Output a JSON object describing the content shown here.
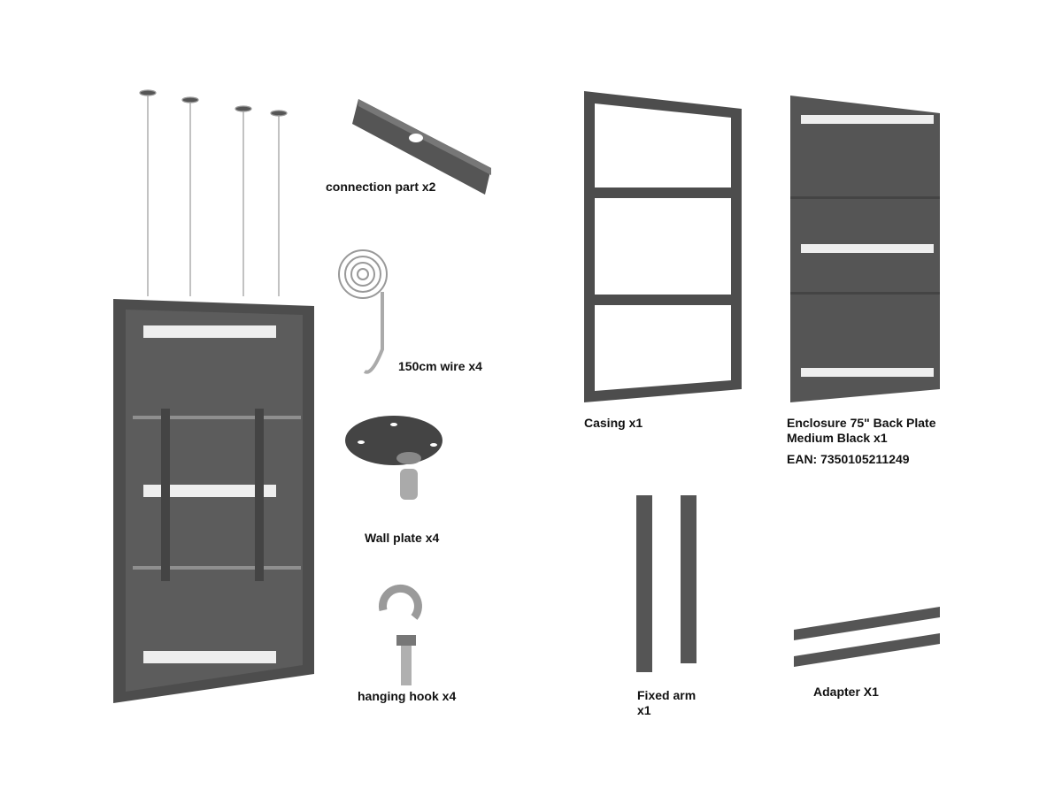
{
  "labels": {
    "connection_part": "connection part x2",
    "wire": "150cm wire x4",
    "wall_plate": "Wall plate x4",
    "hanging_hook": "hanging hook x4",
    "casing": "Casing x1",
    "back_plate_line1": "Enclosure 75\" Back Plate",
    "back_plate_line2": "Medium Black x1",
    "ean": "EAN: 7350105211249",
    "fixed_arm_line1": "Fixed arm",
    "fixed_arm_line2": "x1",
    "adapter": "Adapter X1"
  },
  "colors": {
    "metal": "#4d4d4d",
    "metal_light": "#6a6a6a",
    "steel": "#c8c8c8"
  }
}
